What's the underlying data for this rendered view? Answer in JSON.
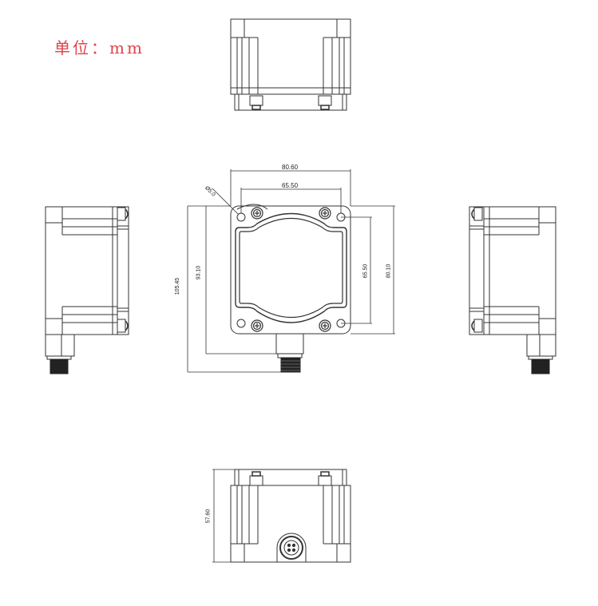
{
  "unit_label": "单位：mm",
  "views": {
    "top": {
      "name": "top-view"
    },
    "front": {
      "name": "front-view"
    },
    "left": {
      "name": "left-side-view"
    },
    "right": {
      "name": "right-side-view"
    },
    "bottom": {
      "name": "bottom-view"
    }
  },
  "dimensions": {
    "overall_width": "80.60",
    "hole_spacing_horizontal": "65.50",
    "hole_spacing_vertical": "65.50",
    "overall_height_body": "80.10",
    "height_to_connector": "93.10",
    "overall_height_total": "105.45",
    "depth": "57.60",
    "hole_diameter": "Ø5.0"
  }
}
